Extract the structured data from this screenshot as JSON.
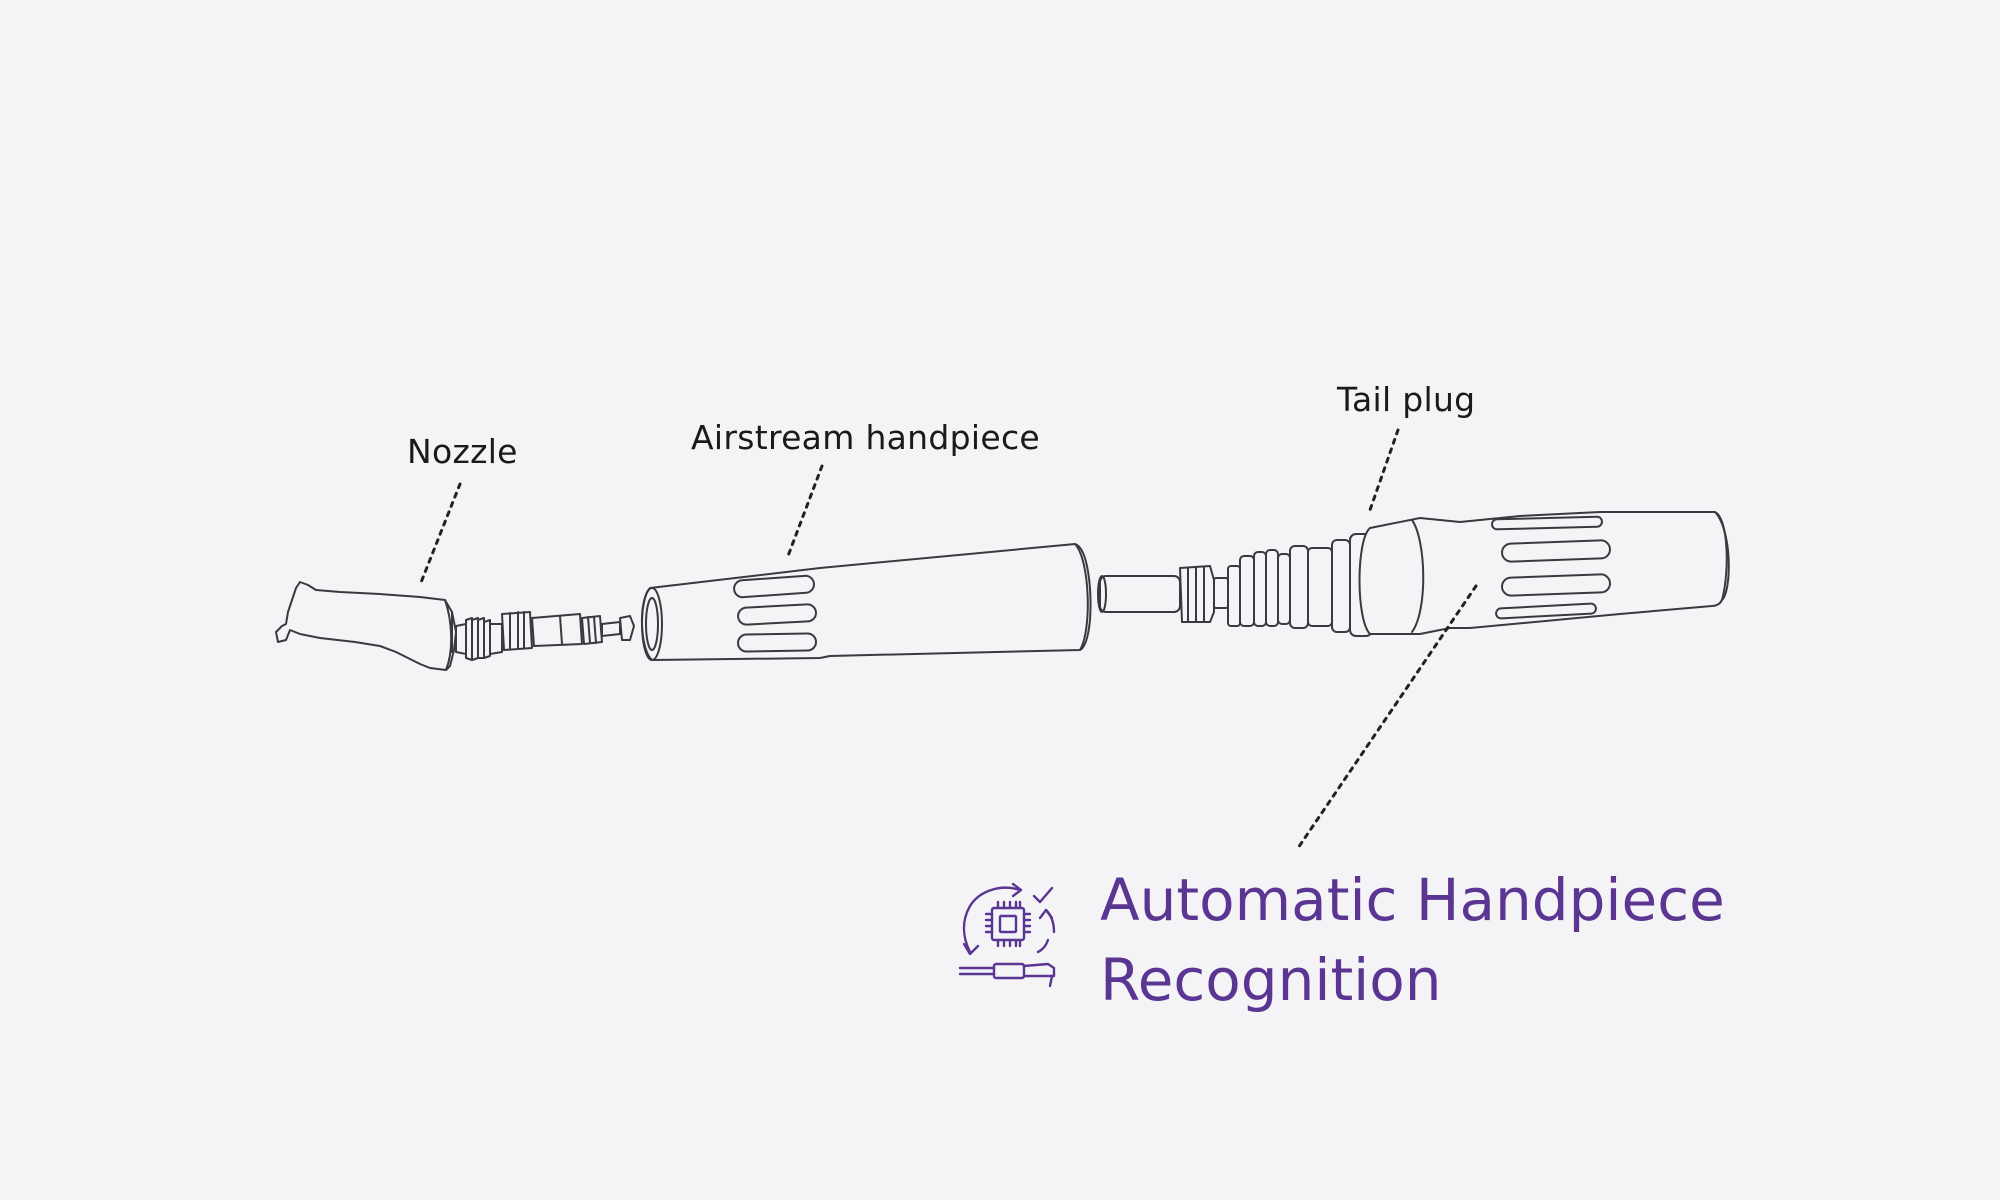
{
  "labels": {
    "nozzle": "Nozzle",
    "airstream_handpiece": "Airstream handpiece",
    "tail_plug": "Tail plug"
  },
  "feature": {
    "title_line1": "Automatic Handpiece",
    "title_line2": "Recognition",
    "icon": "chip-recognition-icon"
  },
  "colors": {
    "background": "#f4f4f6",
    "line": "#3a3a3e",
    "accent": "#5a3592"
  }
}
